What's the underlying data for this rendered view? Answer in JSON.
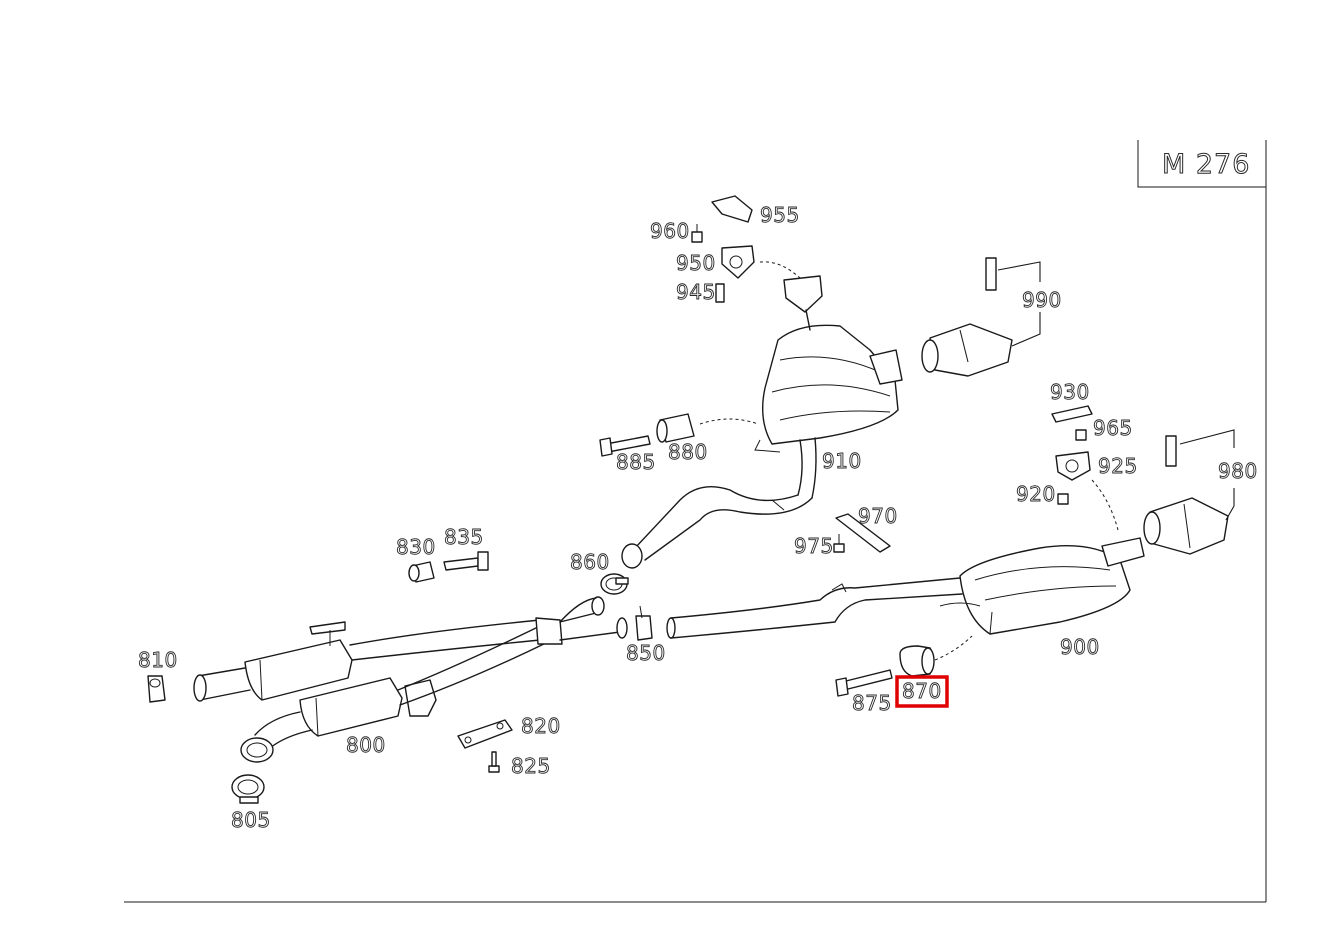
{
  "model": "M 276",
  "highlighted_part": "870",
  "highlight_color": "#e00000",
  "callouts": {
    "p800": "800",
    "p805": "805",
    "p810": "810",
    "p820": "820",
    "p825": "825",
    "p830": "830",
    "p835": "835",
    "p850": "850",
    "p860": "860",
    "p870": "870",
    "p875": "875",
    "p880": "880",
    "p885": "885",
    "p900": "900",
    "p910": "910",
    "p920": "920",
    "p925": "925",
    "p930": "930",
    "p945": "945",
    "p950": "950",
    "p955": "955",
    "p960": "960",
    "p965": "965",
    "p970": "970",
    "p975": "975",
    "p980": "980",
    "p990": "990"
  }
}
